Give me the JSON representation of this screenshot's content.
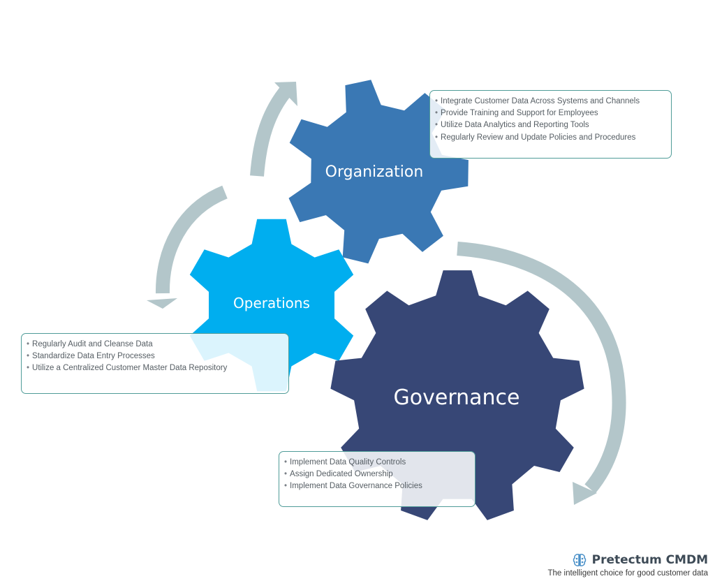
{
  "colors": {
    "organization_gear": "#3a78b4",
    "operations_gear": "#00aeef",
    "governance_gear": "#374776",
    "arrows": "#b3c6ca",
    "panel_border": "#4f9c98"
  },
  "gears": {
    "organization": {
      "label": "Organization"
    },
    "operations": {
      "label": "Operations"
    },
    "governance": {
      "label": "Governance"
    }
  },
  "panels": {
    "organization": {
      "items": [
        "Integrate Customer Data Across Systems and Channels",
        "Provide Training and Support for Employees",
        "Utilize Data Analytics and Reporting Tools",
        "Regularly Review and Update Policies and Procedures"
      ]
    },
    "operations": {
      "items": [
        "Regularly Audit and Cleanse Data",
        "Standardize Data Entry Processes",
        "Utilize a Centralized Customer Master Data Repository"
      ]
    },
    "governance": {
      "items": [
        "Implement Data Quality Controls",
        "Assign Dedicated Ownership",
        "Implement Data Governance Policies"
      ]
    }
  },
  "brand": {
    "name": "Pretectum CMDM",
    "tagline": "The intelligent choice for good customer data",
    "icon": "brain-circuit-icon"
  }
}
